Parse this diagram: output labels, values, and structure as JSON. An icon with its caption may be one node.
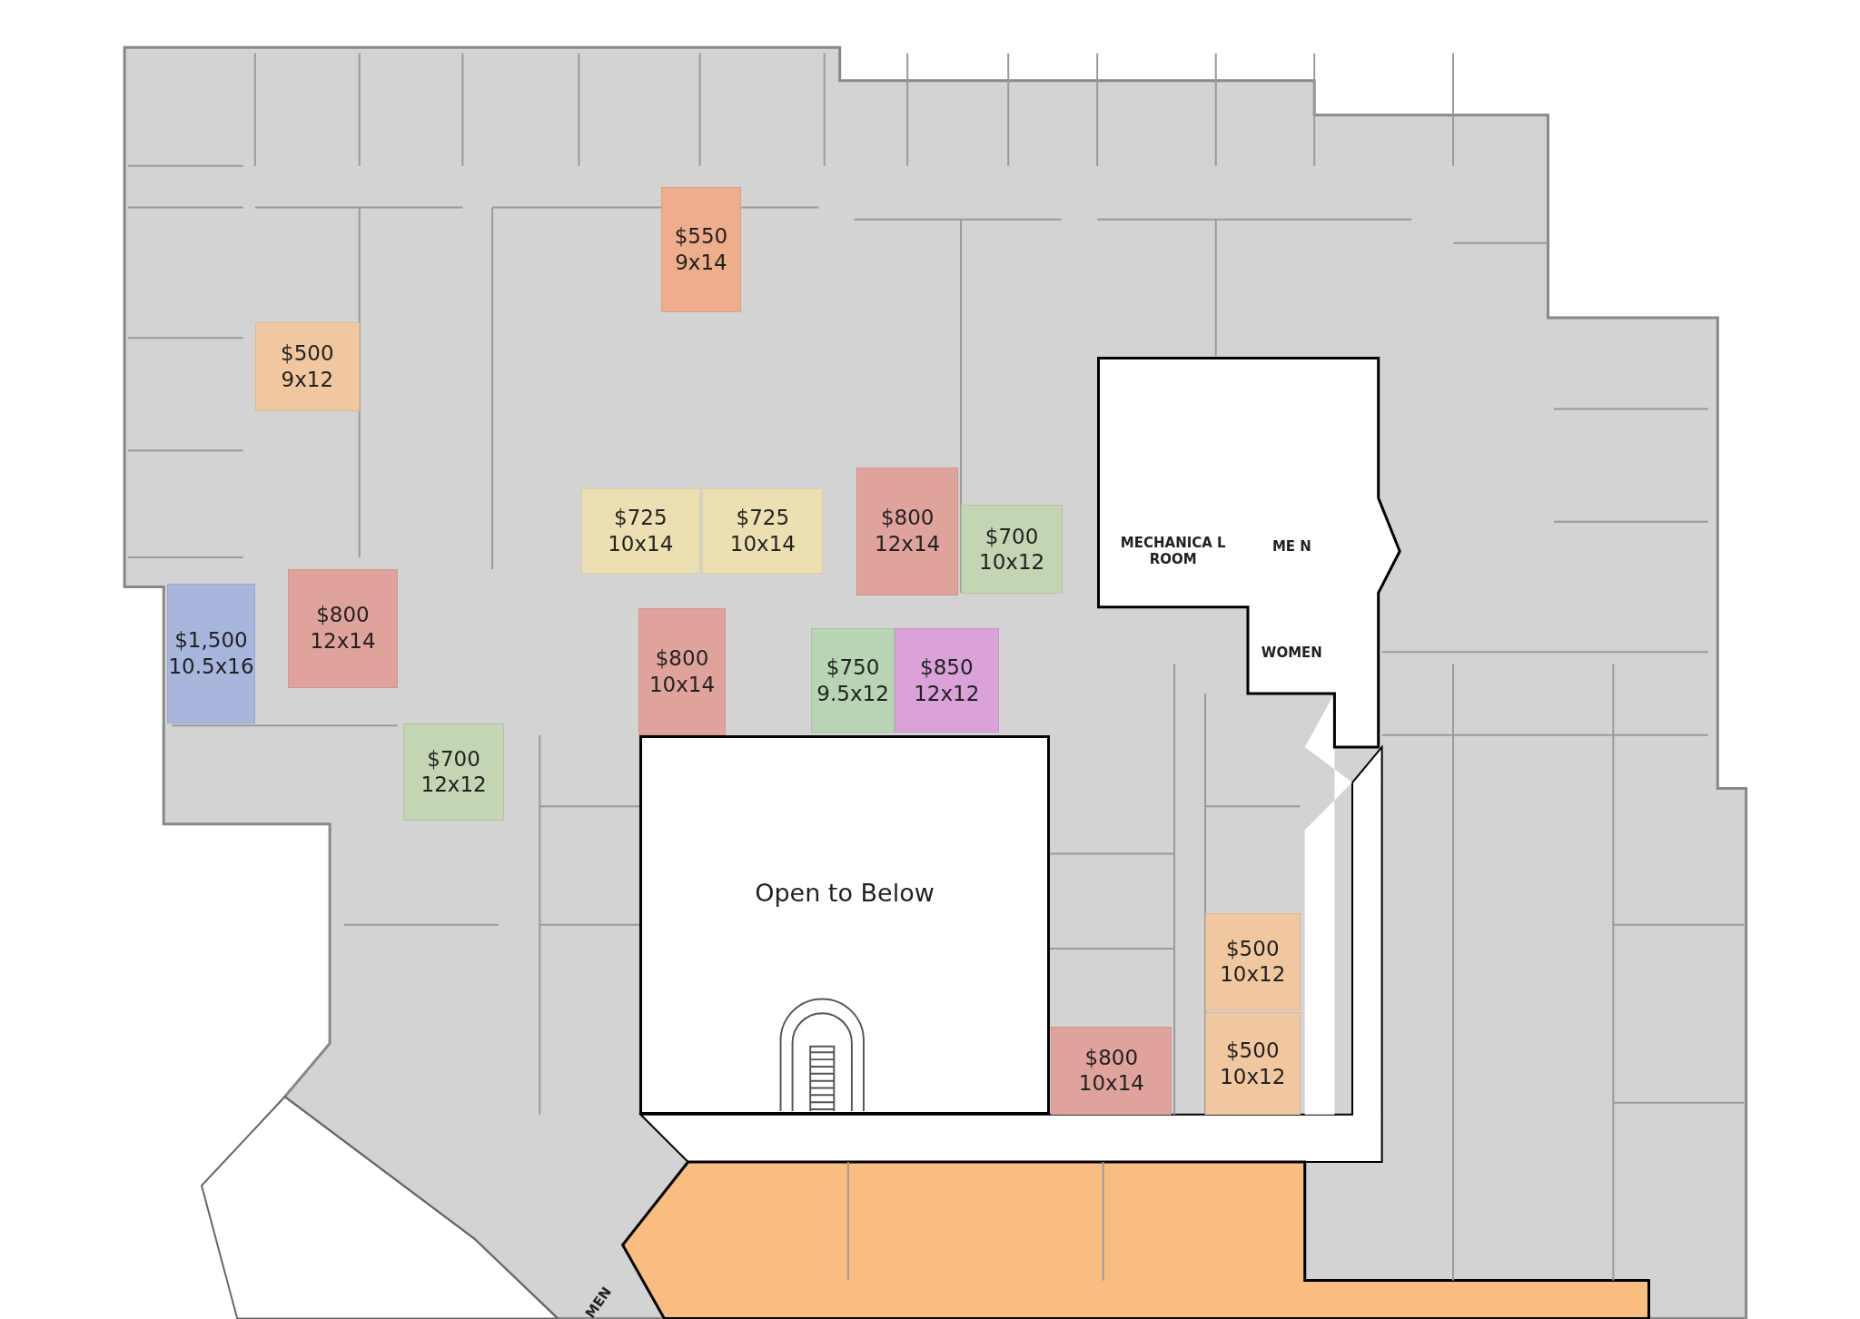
{
  "diagram": {
    "nodes": [
      {
        "text": [
          "$550",
          "9x14"
        ]
      },
      {
        "text": [
          "$500",
          "9x12"
        ]
      },
      {
        "text": [
          "$725",
          "10x14"
        ]
      },
      {
        "text": [
          "$725",
          "10x14"
        ]
      },
      {
        "text": [
          "$800",
          "12x14"
        ]
      },
      {
        "text": [
          "$700",
          "10x12"
        ]
      },
      {
        "text": [
          "$1,500",
          "10.5x16"
        ]
      },
      {
        "text": [
          "$800",
          "12x14"
        ]
      },
      {
        "text": [
          "$800",
          "10x14"
        ]
      },
      {
        "text": [
          "$750",
          "9.5x12"
        ]
      },
      {
        "text": [
          "$850",
          "12x12"
        ]
      },
      {
        "text": [
          "$700",
          "12x12"
        ]
      },
      {
        "text": [
          "Open to Below"
        ]
      },
      {
        "text": [
          "$500",
          "10x12"
        ]
      },
      {
        "text": [
          "$800",
          "10x14"
        ]
      },
      {
        "text": [
          "$500",
          "10x12"
        ]
      },
      {
        "text": [
          "MECHANICA L ROOM"
        ]
      },
      {
        "text": [
          "ME N"
        ]
      },
      {
        "text": [
          "WOMEN"
        ]
      }
    ],
    "labels": [
      "MEN"
    ]
  }
}
